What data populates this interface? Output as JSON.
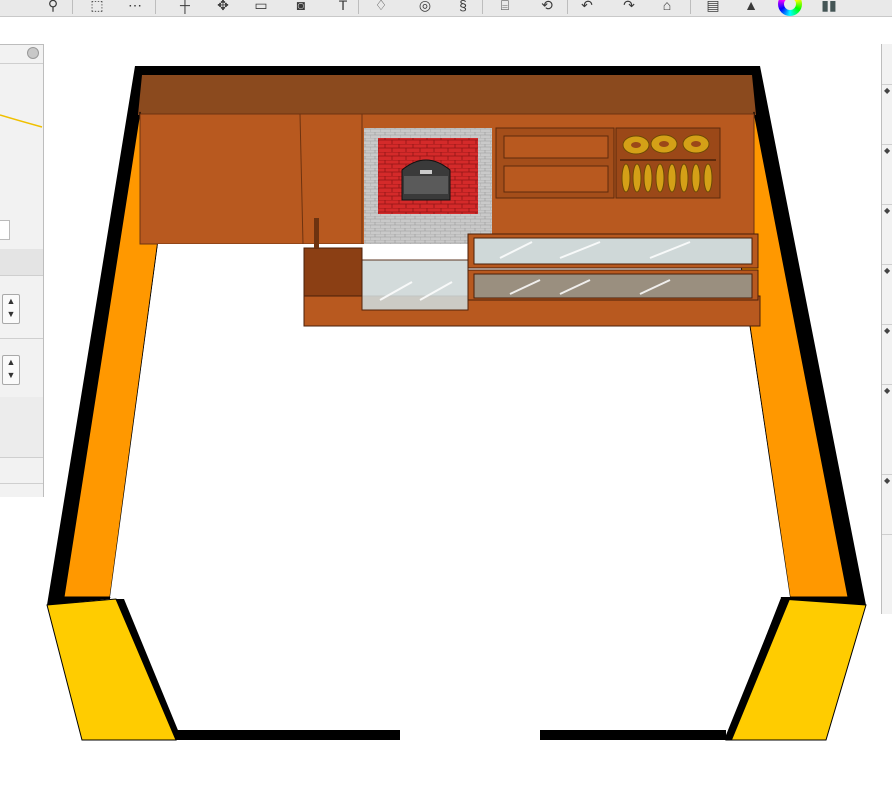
{
  "toolbar": {
    "tools": [
      "zoom-tool",
      "marquee-tool",
      "transform-tool",
      "move-tool",
      "crop-tool",
      "bucket-tool",
      "text-tool",
      "pen-tool",
      "lasso-tool",
      "warp-tool",
      "perspective-tool",
      "rotate-tool",
      "undo",
      "redo",
      "export",
      "layers-tool",
      "fill-tool",
      "color-wheel",
      "panels-toggle"
    ]
  },
  "left_panel": {
    "stepper_up": "▲",
    "stepper_down": "▼"
  },
  "canvas": {
    "scene": "bakery-floor-plan-illustration",
    "colors": {
      "wall_outline": "#000000",
      "inner_wall_left": "#ff9800",
      "top_wall": "#8b4a1e",
      "back_wall": "#b8591f",
      "front_wall": "#ffcc00",
      "brick": "#d42a2a",
      "glass": "#cfd8d8"
    }
  }
}
